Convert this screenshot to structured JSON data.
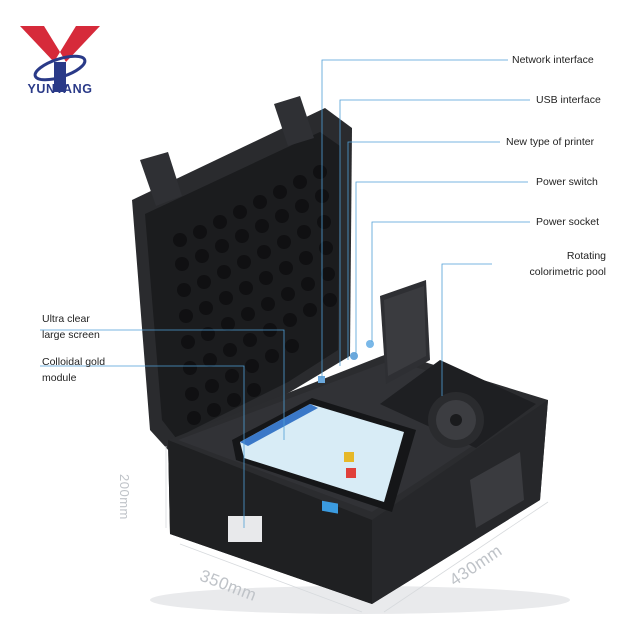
{
  "brand": {
    "name": "YUNTANG",
    "logo_icon": "yuntang-y-logo-icon"
  },
  "colors": {
    "leader_line": "#4f9fd6",
    "dimension_text": "#c0c4c8",
    "brand_blue": "#2a3a88",
    "brand_red": "#d62a3a"
  },
  "callouts": {
    "network": "Network interface",
    "usb": "USB interface",
    "printer": "New type of printer",
    "power_switch": "Power switch",
    "power_socket": "Power socket",
    "pool_line1": "Rotating",
    "pool_line2": "colorimetric pool",
    "screen_line1": "Ultra clear",
    "screen_line2": "large screen",
    "module_line1": "Colloidal gold",
    "module_line2": "module"
  },
  "dimensions": {
    "height": "200mm",
    "width": "350mm",
    "depth": "430mm"
  }
}
